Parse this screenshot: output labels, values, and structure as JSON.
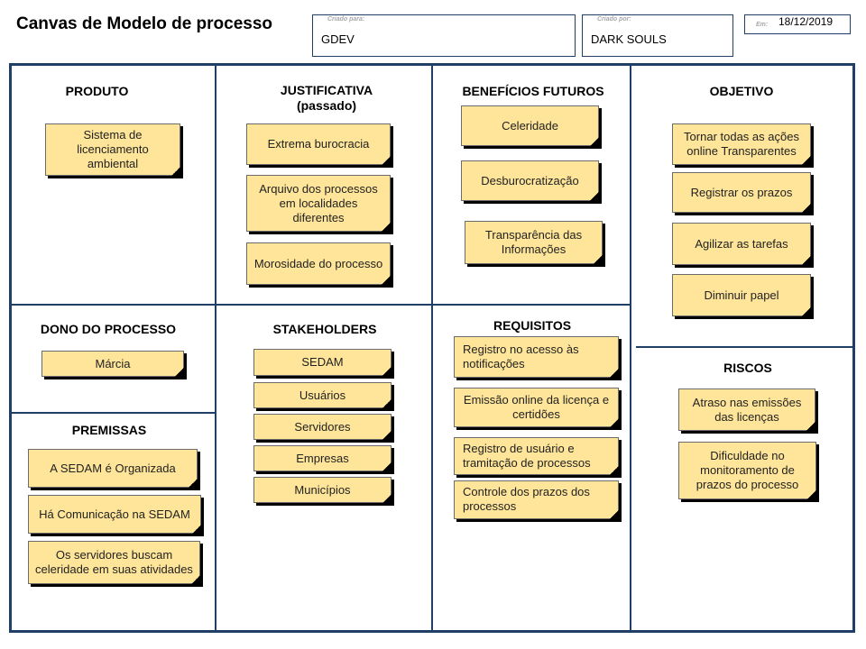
{
  "header": {
    "title": "Canvas de Modelo de processo",
    "criado_para_label": "Criado para:",
    "criado_para_value": "GDEV",
    "criado_por_label": "Criado por:",
    "criado_por_value": "DARK SOULS",
    "em_label": "Em:",
    "em_value": "18/12/2019"
  },
  "colors": {
    "note_fill": "#ffe599",
    "border": "#1f3f66"
  },
  "sections": {
    "produto": {
      "title": "PRODUTO",
      "notes": [
        "Sistema de licenciamento ambiental"
      ]
    },
    "justificativa": {
      "title": "JUSTIFICATIVA (passado)",
      "notes": [
        "Extrema burocracia",
        "Arquivo dos processos em localidades diferentes",
        "Morosidade do processo"
      ]
    },
    "beneficios": {
      "title": "BENEFÍCIOS FUTUROS",
      "notes": [
        "Celeridade",
        "Desburocratização",
        "Transparência das Informações"
      ]
    },
    "objetivo": {
      "title": "OBJETIVO",
      "notes": [
        "Tornar todas as ações online Transparentes",
        "Registrar os prazos",
        "Agilizar as tarefas",
        "Diminuir papel"
      ]
    },
    "dono": {
      "title": "DONO DO PROCESSO",
      "notes": [
        "Márcia"
      ]
    },
    "premissas": {
      "title": "PREMISSAS",
      "notes": [
        "A SEDAM é Organizada",
        "Há Comunicação na SEDAM",
        "Os servidores buscam celeridade em suas atividades"
      ]
    },
    "stakeholders": {
      "title": "STAKEHOLDERS",
      "notes": [
        "SEDAM",
        "Usuários",
        "Servidores",
        "Empresas",
        "Municípios"
      ]
    },
    "requisitos": {
      "title": "REQUISITOS",
      "notes": [
        "Registro no acesso às notificações",
        "Emissão online da licença e certidões",
        "Registro de usuário e tramitação de processos",
        "Controle dos prazos dos processos"
      ]
    },
    "riscos": {
      "title": "RISCOS",
      "notes": [
        "Atraso nas emissões das licenças",
        "Dificuldade no monitoramento de prazos do processo"
      ]
    }
  }
}
